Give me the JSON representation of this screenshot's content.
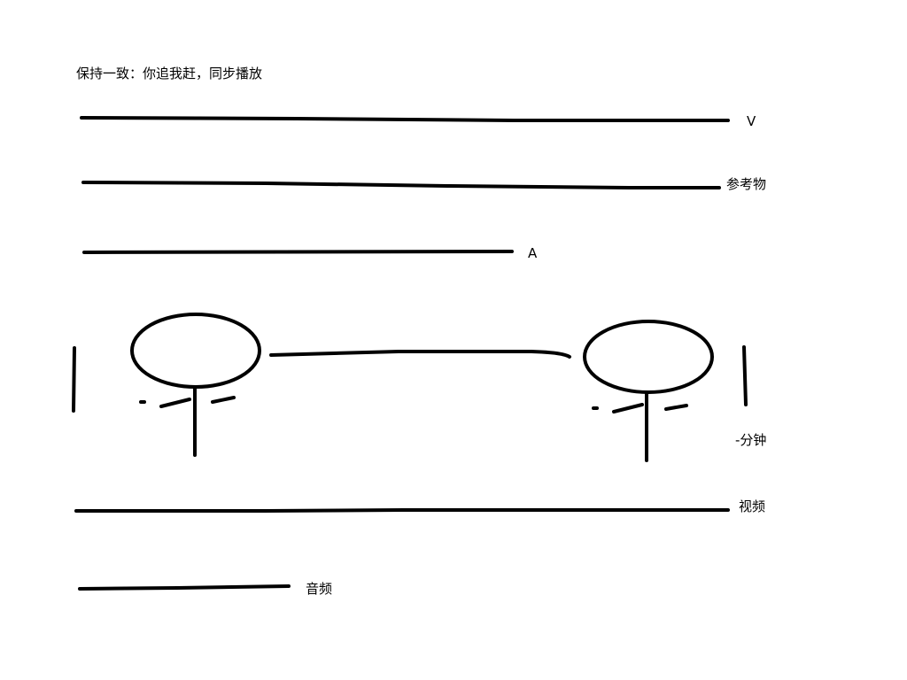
{
  "diagram": {
    "title": "保持一致：你追我赶，同步播放",
    "labels": {
      "video_v": "V",
      "reference": "参考物",
      "audio_a": "A",
      "minutes": "-分钟",
      "video": "视频",
      "audio": "音频"
    },
    "colors": {
      "ink": "#000000",
      "background": "#ffffff"
    }
  }
}
